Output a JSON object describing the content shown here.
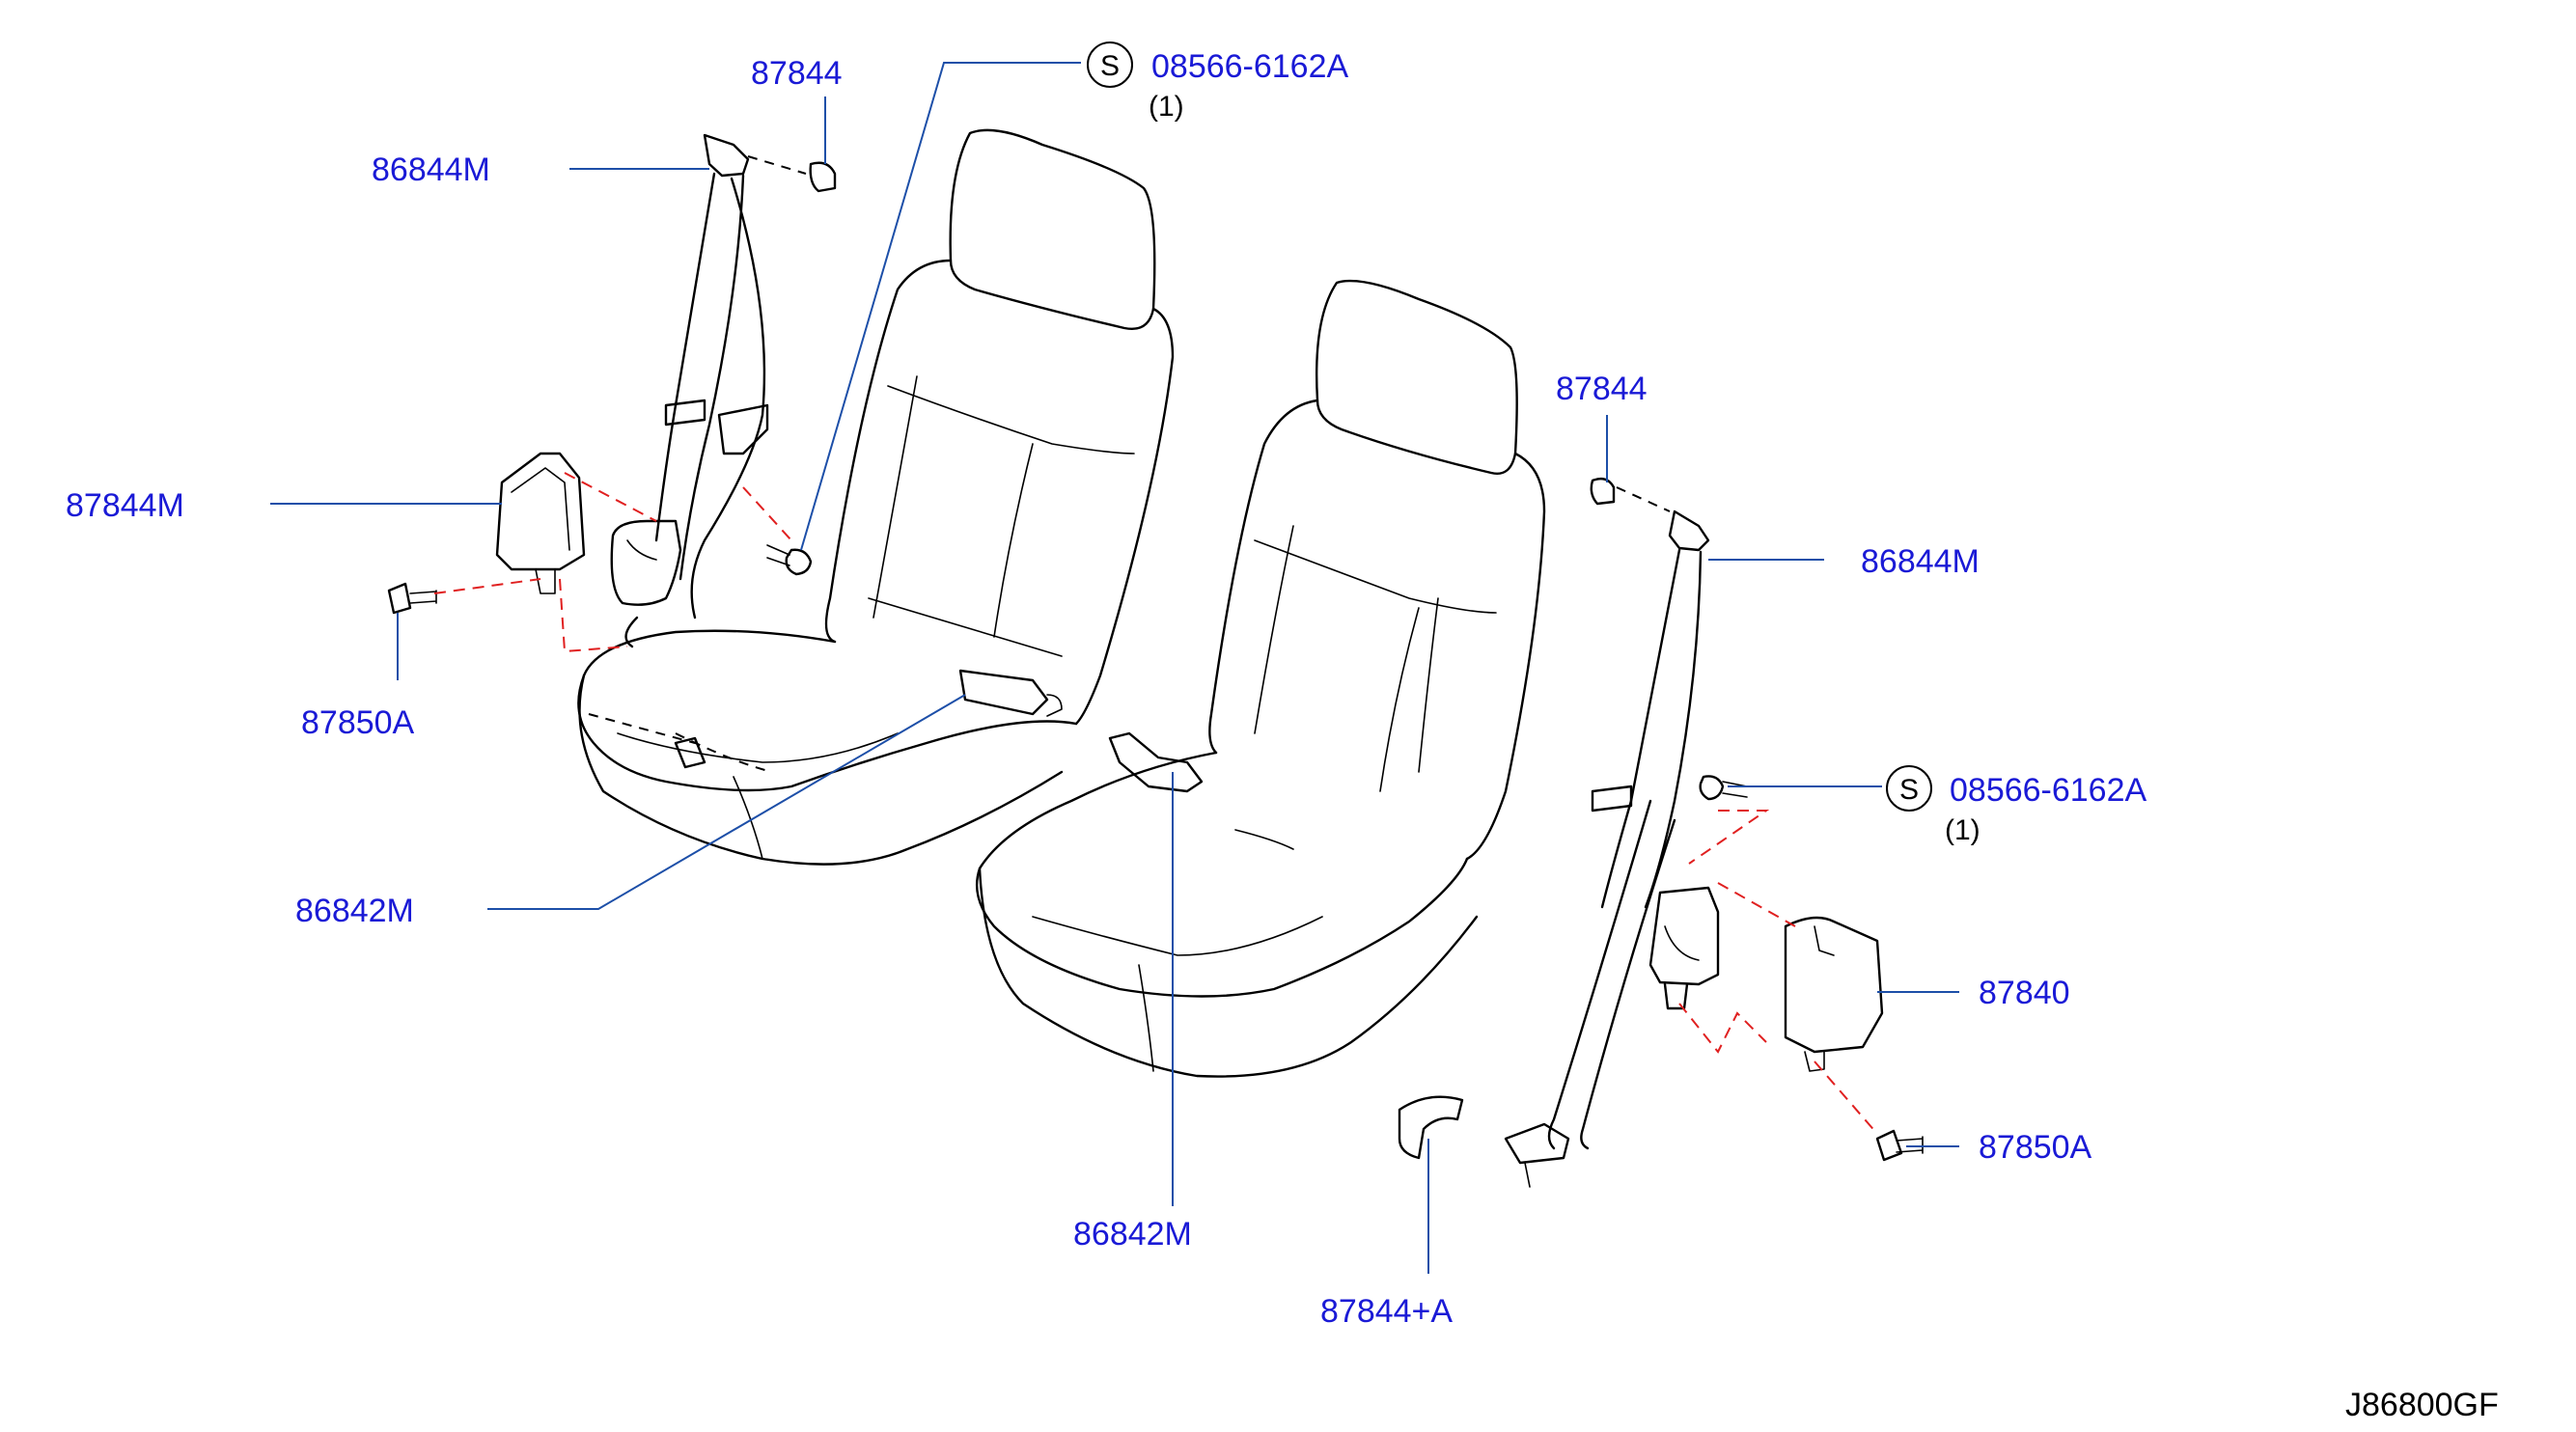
{
  "diagram_code": "J86800GF",
  "colors": {
    "label": "#1a1ad6",
    "leader": "#1d4fa8",
    "dashed_connector": "#e02020",
    "ink": "#000000"
  },
  "callouts": {
    "left_anchor_cover": {
      "label": "87844"
    },
    "left_seat_belt": {
      "label": "86844M"
    },
    "left_retractor_cover": {
      "label": "87844M"
    },
    "left_bolt": {
      "label": "87850A"
    },
    "left_buckle": {
      "label": "86842M"
    },
    "left_screw": {
      "label": "08566-6162A",
      "symbol": "S",
      "qty": "(1)"
    },
    "center_buckle": {
      "label": "86842M"
    },
    "right_anchor_cover": {
      "label": "87844"
    },
    "right_seat_belt": {
      "label": "86844M"
    },
    "right_screw": {
      "label": "08566-6162A",
      "symbol": "S",
      "qty": "(1)"
    },
    "right_retractor_cover": {
      "label": "87840"
    },
    "right_bolt": {
      "label": "87850A"
    },
    "lower_anchor_cover": {
      "label": "87844+A"
    }
  }
}
